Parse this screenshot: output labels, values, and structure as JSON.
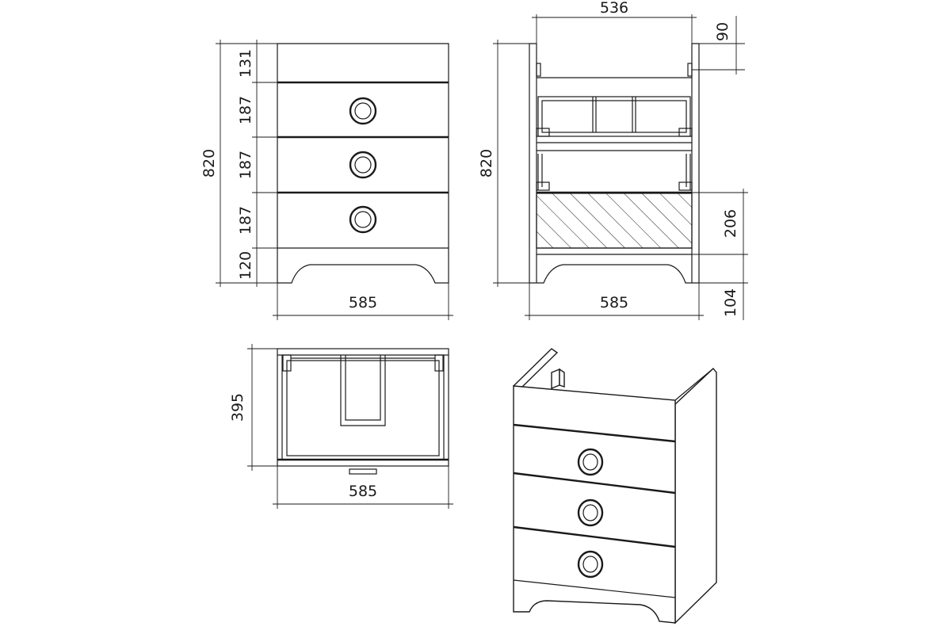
{
  "drawing": {
    "front_view": {
      "width_label": "585",
      "height_label": "820",
      "section_labels": [
        "131",
        "187",
        "187",
        "187",
        "120"
      ]
    },
    "side_view": {
      "top_label": "536",
      "top_offset_label": "90",
      "height_label": "820",
      "width_label": "585",
      "hatched_label": "206",
      "plinth_label": "104"
    },
    "top_view": {
      "depth_label": "395",
      "width_label": "585"
    }
  },
  "colors": {
    "line": "#1a1a1a",
    "background": "#ffffff"
  }
}
